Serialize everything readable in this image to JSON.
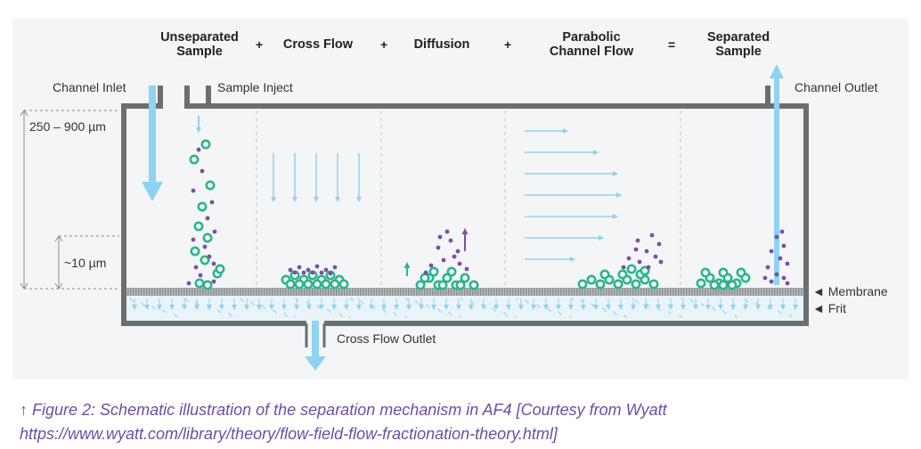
{
  "header": {
    "terms": [
      "Unseparated\nSample",
      "Cross Flow",
      "Diffusion",
      "Parabolic\nChannel Flow",
      "Separated\nSample"
    ],
    "operators": [
      "+",
      "+",
      "+",
      "="
    ]
  },
  "labels": {
    "channel_inlet": "Channel Inlet",
    "sample_inject": "Sample Inject",
    "channel_outlet": "Channel Outlet",
    "height_channel": "250 – 900 µm",
    "height_layer": "~10 µm",
    "membrane": "◄ Membrane",
    "frit": "◄ Frit",
    "cross_flow_outlet": "Cross Flow Outlet"
  },
  "caption": {
    "arrow": "↑",
    "text": "Figure 2: Schematic illustration of the separation mechanism in AF4 [Courtesy from Wyatt https://www.wyatt.com/library/theory/flow-field-flow-fractionation-theory.html]"
  },
  "colors": {
    "background": "#f4f5f6",
    "wall": "#6b6f72",
    "flow_arrow": "#8ed3f1",
    "large_particle": "#2cb58c",
    "small_particle": "#7b4fa6",
    "membrane": "#9ea2a5",
    "caption": "#6a4fa3"
  }
}
